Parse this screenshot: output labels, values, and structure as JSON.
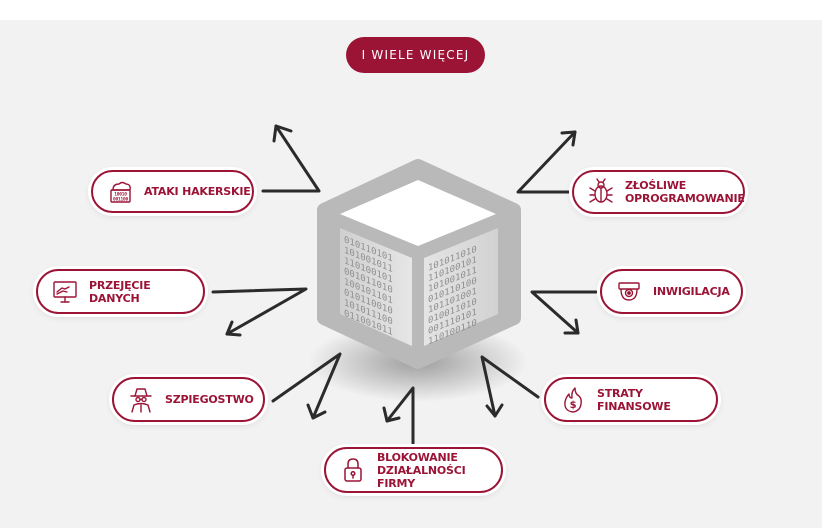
{
  "header": {
    "label": "I WIELE WIĘCEJ"
  },
  "center": {
    "icon": "binary-cube-icon",
    "binary_rows": [
      "010110101",
      "101001011",
      "110100101",
      "001011010",
      "100101101",
      "010110010",
      "101011100",
      "011001011"
    ]
  },
  "threats": [
    {
      "id": "ataki",
      "icon": "cloud-binary-icon",
      "lines": [
        "ATAKI HAKERSKIE"
      ]
    },
    {
      "id": "zlosliwe",
      "icon": "bug-icon",
      "lines": [
        "ZŁOŚLIWE",
        "OPROGRAMOWANIE"
      ]
    },
    {
      "id": "przejecie",
      "icon": "monitor-hand-icon",
      "lines": [
        "PRZEJĘCIE DANYCH"
      ]
    },
    {
      "id": "inwigilacja",
      "icon": "camera-icon",
      "lines": [
        "INWIGILACJA"
      ]
    },
    {
      "id": "szpiegostwo",
      "icon": "spy-icon",
      "lines": [
        "SZPIEGOSTWO"
      ]
    },
    {
      "id": "straty",
      "icon": "money-fire-icon",
      "lines": [
        "STRATY FINANSOWE"
      ]
    },
    {
      "id": "blokowanie",
      "icon": "padlock-icon",
      "lines": [
        "BLOKOWANIE",
        "DZIAŁALNOŚCI FIRMY"
      ]
    }
  ],
  "colors": {
    "accent": "#9b1436",
    "background": "#f2f2f2",
    "arrow": "#2b2b2b",
    "cube": "#b9b9b9"
  }
}
